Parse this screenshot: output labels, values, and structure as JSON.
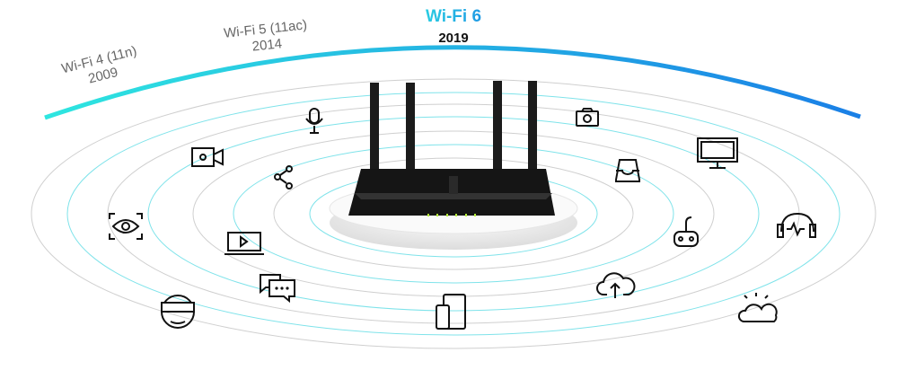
{
  "timeline": [
    {
      "name": "Wi-Fi 4 (11n)",
      "year": "2009"
    },
    {
      "name": "Wi-Fi 5 (11ac)",
      "year": "2014"
    },
    {
      "name": "Wi-Fi 6",
      "year": "2019"
    }
  ],
  "colors": {
    "arc_start": "#2ee6e0",
    "arc_end": "#1a7fe6",
    "ring_cyan": "#7fe3ea",
    "ring_gray": "#cfcfcf",
    "led": "#b6f03a"
  },
  "icons": [
    "microphone-icon",
    "camera-icon",
    "video-camera-icon",
    "monitor-icon",
    "share-icon",
    "inbox-icon",
    "eye-scan-icon",
    "game-controller-icon",
    "headphones-icon",
    "laptop-icon",
    "chat-icon",
    "cloud-upload-icon",
    "vr-headset-icon",
    "devices-icon",
    "weather-icon"
  ]
}
